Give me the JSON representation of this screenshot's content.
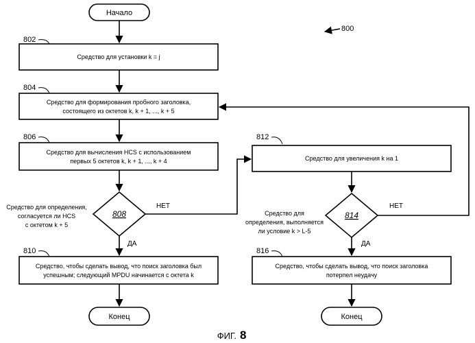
{
  "figure": {
    "ref": "800",
    "caption_prefix": "ФИГ.",
    "caption_number": "8"
  },
  "nodes": {
    "start": {
      "label": "Начало"
    },
    "n802": {
      "ref": "802",
      "lines": [
        "Средство для установки k = j"
      ]
    },
    "n804": {
      "ref": "804",
      "lines": [
        "Средство для формирования пробного заголовка,",
        "состоящего из октетов k, k + 1, ..., k + 5"
      ]
    },
    "n806": {
      "ref": "806",
      "lines": [
        "Средство для вычисления HCS с использованием",
        "первых 5 октетов k, k + 1, ..., k + 4"
      ]
    },
    "d808": {
      "ref": "808",
      "side_lines": [
        "Средство для определения,",
        "согласуется ли HCS",
        "с октетом k + 5"
      ],
      "no_label": "НЕТ",
      "yes_label": "ДА"
    },
    "n810": {
      "ref": "810",
      "lines": [
        "Средство, чтобы сделать вывод, что поиск заголовка был",
        "успешным; следующий MPDU начинается с октета k"
      ]
    },
    "end1": {
      "label": "Конец"
    },
    "n812": {
      "ref": "812",
      "lines": [
        "Средство для увеличения k на 1"
      ]
    },
    "d814": {
      "ref": "814",
      "side_lines": [
        "Средство для",
        "определения, выполняется",
        "ли условие k > L-5"
      ],
      "no_label": "НЕТ",
      "yes_label": "ДА"
    },
    "n816": {
      "ref": "816",
      "lines": [
        "Средство, чтобы сделать вывод, что поиск заголовка",
        "потерпел неудачу"
      ]
    },
    "end2": {
      "label": "Конец"
    }
  }
}
